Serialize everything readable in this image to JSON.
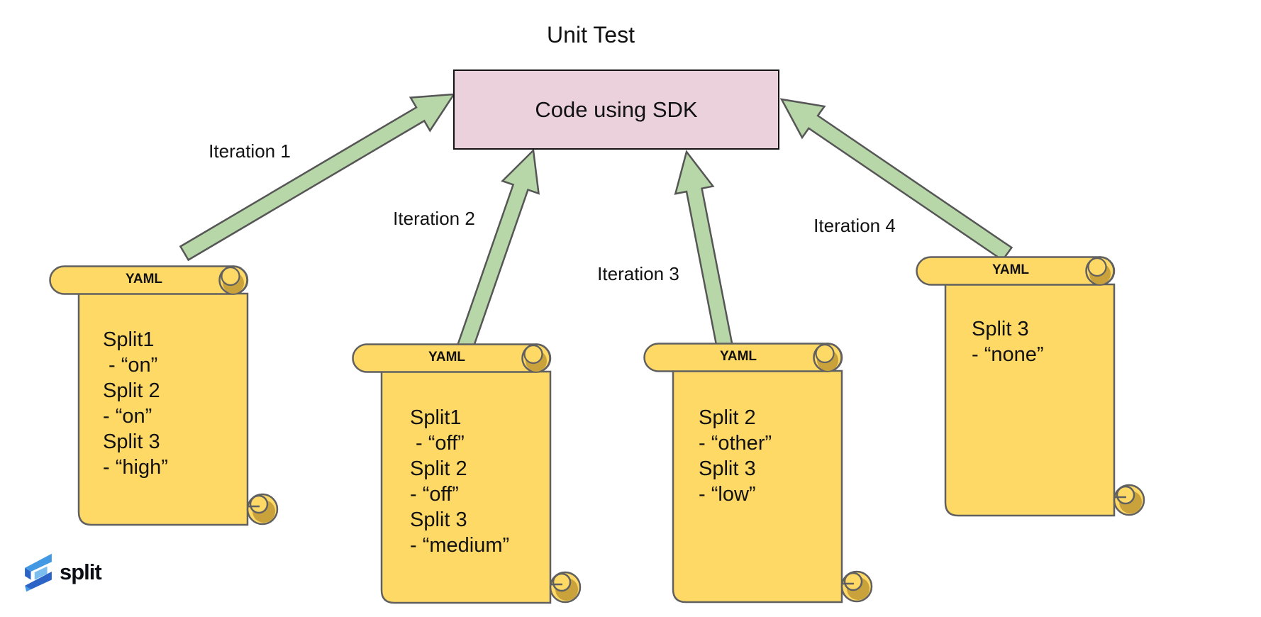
{
  "diagram": {
    "title": "Unit Test",
    "sdk_box_label": "Code using SDK",
    "iteration_labels": [
      "Iteration 1",
      "Iteration 2",
      "Iteration 3",
      "Iteration 4"
    ],
    "scrolls": [
      {
        "header": "YAML",
        "lines": [
          "Split1",
          " - “on”",
          "Split 2",
          "- “on”",
          "Split 3",
          "- “high”"
        ]
      },
      {
        "header": "YAML",
        "lines": [
          "Split1",
          " - “off”",
          "Split 2",
          "- “off”",
          "Split 3",
          "- “medium”"
        ]
      },
      {
        "header": "YAML",
        "lines": [
          "Split 2",
          "- “other”",
          "Split 3",
          "- “low”"
        ]
      },
      {
        "header": "YAML",
        "lines": [
          "Split 3",
          "- “none”"
        ]
      }
    ],
    "logo_text": "split",
    "colors": {
      "sdk_box_fill": "#EAD1DC",
      "arrow_fill": "#B7D7A8",
      "scroll_fill": "#FFD966",
      "scroll_curl": "#C9A23C",
      "outline_gray": "#606060",
      "logo_blue": "#4398E3",
      "logo_blue_dark": "#2B63C6",
      "logo_blue_light": "#7BBDEE"
    }
  }
}
